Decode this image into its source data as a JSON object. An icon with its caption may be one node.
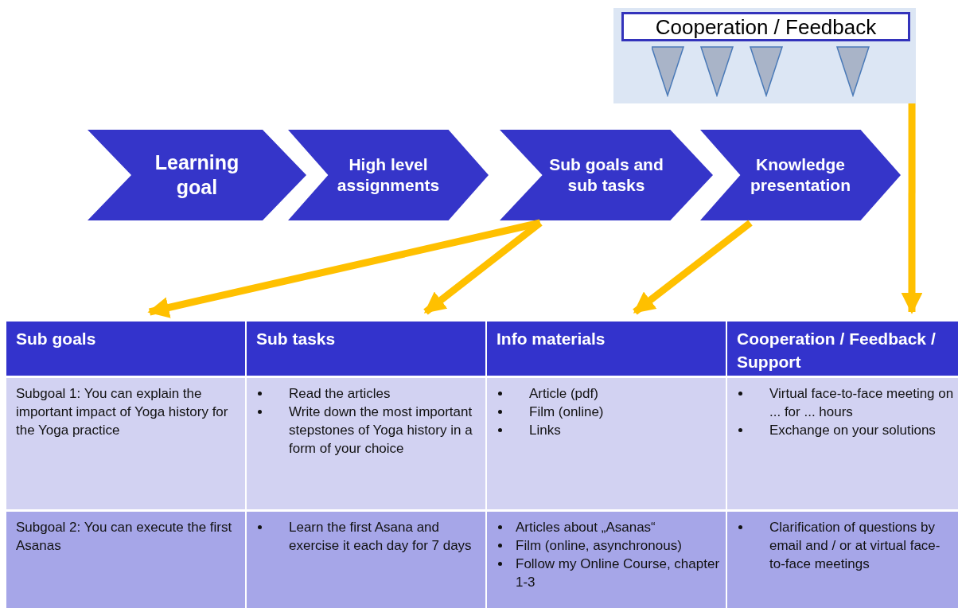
{
  "diagram": {
    "nodes": [
      {
        "text": [],
        "shape": "box"
      },
      {
        "text": [
          "Cooperation / Feedback"
        ],
        "in": 0
      },
      {
        "text": [
          "Learning goal"
        ]
      },
      {
        "text": [
          "High level assignments"
        ]
      },
      {
        "text": [
          "Sub goals and sub tasks"
        ]
      },
      {
        "text": [
          "Knowledge presentation"
        ]
      },
      {
        "text": [
          "Sub goals"
        ]
      },
      {
        "text": [
          "Sub tasks"
        ]
      },
      {
        "text": [
          "Info materials"
        ]
      },
      {
        "text": [
          "Cooperation / Feedback / Support"
        ]
      },
      {
        "text": [
          "Subgoal 1: You can explain the important impact of Yoga history for the Yoga practice"
        ]
      },
      {
        "text": [
          "Read the articles",
          "Write down the most important stepstones of Yoga history in a form of your choice"
        ]
      },
      {
        "text": [
          "Article (pdf)",
          "Film (online)",
          "Links"
        ]
      },
      {
        "text": [
          "Virtual face-to-face meeting on ... for ... hours",
          "Exchange on your solutions"
        ]
      },
      {
        "text": [
          "Subgoal 2: You can execute the first Asanas"
        ]
      },
      {
        "text": [
          "Learn the first Asana and exercise it each day for 7 days"
        ]
      },
      {
        "text": [
          "Articles about „Asanas“",
          "Film (online, asynchronous)",
          "Follow my Online Course, chapter 1-3"
        ]
      },
      {
        "text": [
          "Clarification of questions by email and / or at virtual face-to-face meetings"
        ]
      }
    ],
    "edges": [
      {
        "from": 4,
        "to": 6,
        "arrow": "to"
      },
      {
        "from": 4,
        "to": 7,
        "arrow": "to"
      },
      {
        "from": 5,
        "to": 8,
        "arrow": "to"
      },
      {
        "from": 0,
        "to": 9,
        "arrow": "to"
      }
    ]
  }
}
